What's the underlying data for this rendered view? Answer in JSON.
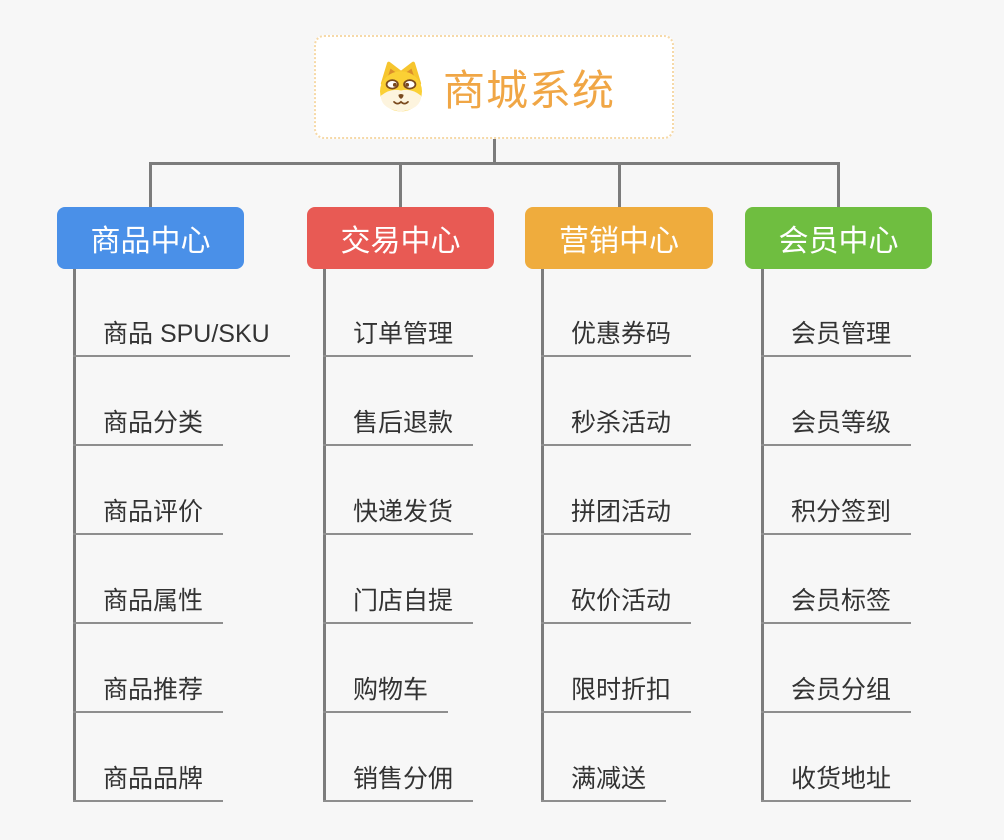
{
  "root": {
    "title": "商城系统",
    "icon": "dog-face-icon",
    "text_color": "#f0a645",
    "border_color": "#f6d9a8"
  },
  "branches": [
    {
      "id": "product-center",
      "label": "商品中心",
      "color": "#4a90e8",
      "children": [
        "商品 SPU/SKU",
        "商品分类",
        "商品评价",
        "商品属性",
        "商品推荐",
        "商品品牌"
      ]
    },
    {
      "id": "trade-center",
      "label": "交易中心",
      "color": "#e85a54",
      "children": [
        "订单管理",
        "售后退款",
        "快递发货",
        "门店自提",
        "购物车",
        "销售分佣"
      ]
    },
    {
      "id": "marketing-center",
      "label": "营销中心",
      "color": "#efac3d",
      "children": [
        "优惠券码",
        "秒杀活动",
        "拼团活动",
        "砍价活动",
        "限时折扣",
        "满减送"
      ]
    },
    {
      "id": "member-center",
      "label": "会员中心",
      "color": "#6fbe40",
      "children": [
        "会员管理",
        "会员等级",
        "积分签到",
        "会员标签",
        "会员分组",
        "收货地址"
      ]
    }
  ],
  "colors": {
    "background": "#f7f7f7",
    "connector": "#7c7c7c",
    "underline": "#8e8e8e",
    "child_text": "#333333"
  }
}
